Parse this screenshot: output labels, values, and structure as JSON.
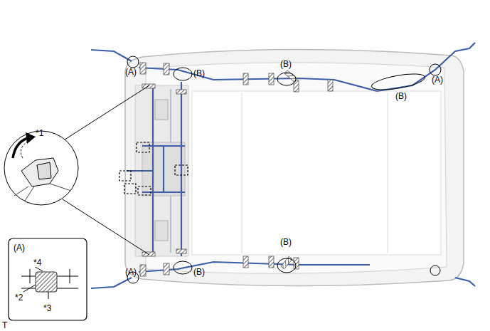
{
  "diagram": {
    "labels": [
      "(A)",
      "(B)",
      "(B)",
      "(B)",
      "(A)",
      "*1",
      "(A)",
      "(B)",
      "(B)",
      "(A)",
      "*4",
      "*2",
      "*3",
      "T"
    ]
  }
}
